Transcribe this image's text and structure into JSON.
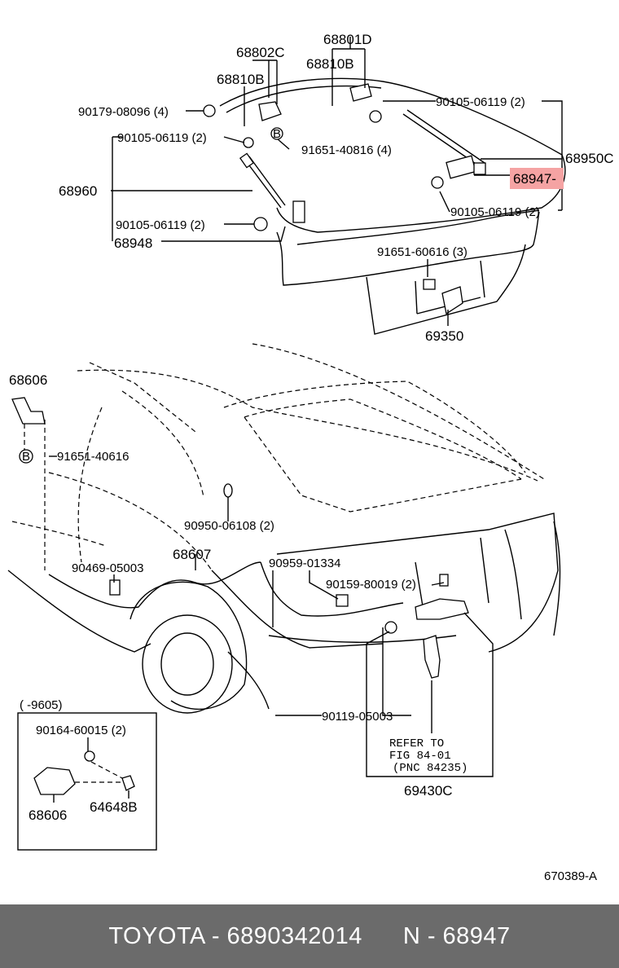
{
  "highlight_color": "#f5a3a3",
  "labels": {
    "p68801D": "68801D",
    "p68802C": "68802C",
    "p68810B_a": "68810B",
    "p68810B_b": "68810B",
    "p90179": "90179-08096 (4)",
    "p90105_a": "90105-06119 (2)",
    "p90105_b": "90105-06119 (2)",
    "p90105_c": "90105-06119 (2)",
    "p90105_d": "90105-06119 (2)",
    "p91651_40816": "91651-40816 (4)",
    "p68950": "68950C",
    "p68947": "68947-",
    "p68960": "68960",
    "p68948": "68948",
    "p91651_60616": "91651-60616 (3)",
    "p69350": "69350",
    "p68606_a": "68606",
    "p91651_40616": "91651-40616",
    "p90950": "90950-06108 (2)",
    "p90469": "90469-05003",
    "p68607": "68607",
    "p90959": "90959-01334",
    "p90159": "90159-80019 (2)",
    "p90119": "90119-05003",
    "refer1": "REFER TO",
    "refer2": "FIG 84-01",
    "refer3": "(PNC 84235)",
    "p69430C": "69430C",
    "inset_date": "(    -9605)",
    "p90164": "90164-60015 (2)",
    "p68606_b": "68606",
    "p64648B": "64648B",
    "ref_code": "670389-A",
    "bolt_mark_1": "B",
    "bolt_mark_2": "B"
  },
  "footer": {
    "brand_part": "TOYOTA - 6890342014",
    "pnc": "N - 68947"
  }
}
